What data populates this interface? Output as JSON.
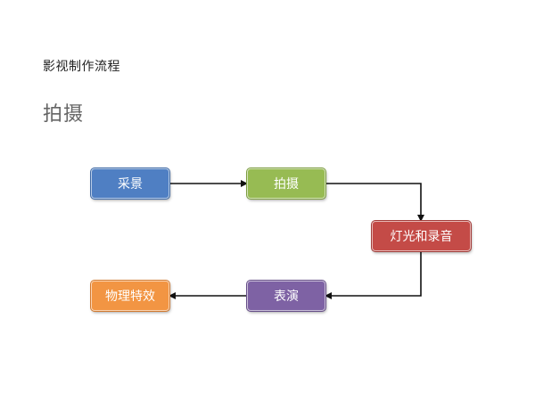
{
  "header": {
    "text": "影视制作流程"
  },
  "title": {
    "text": "拍摄"
  },
  "flow": {
    "nodes": [
      {
        "label": "采景",
        "color": "#4f7fc3",
        "border": "#3f6aa6"
      },
      {
        "label": "拍摄",
        "color": "#97bb53",
        "border": "#7d9d42"
      },
      {
        "label": "灯光和录音",
        "color": "#c44b47",
        "border": "#a23c39"
      },
      {
        "label": "表演",
        "color": "#7e62a4",
        "border": "#664f88"
      },
      {
        "label": "物理特效",
        "color": "#f29543",
        "border": "#d27a30"
      }
    ],
    "edges": [
      {
        "from": "采景",
        "to": "拍摄"
      },
      {
        "from": "拍摄",
        "to": "灯光和录音"
      },
      {
        "from": "灯光和录音",
        "to": "表演"
      },
      {
        "from": "表演",
        "to": "物理特效"
      }
    ],
    "connector_color": "#111111"
  }
}
